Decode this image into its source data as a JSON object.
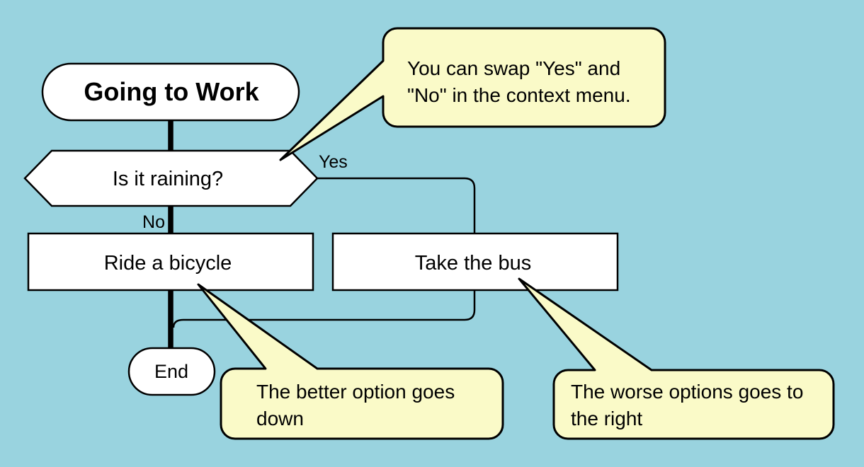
{
  "diagram": {
    "nodes": {
      "start": "Going to Work",
      "decision": "Is it raining?",
      "option_down": "Ride a bicycle",
      "option_right": "Take the bus",
      "end": "End"
    },
    "edge_labels": {
      "yes": "Yes",
      "no": "No"
    },
    "callouts": [
      {
        "lines": [
          "You can swap \"Yes\" and",
          "\"No\" in the context menu."
        ]
      },
      {
        "lines": [
          "The better option goes",
          "down"
        ]
      },
      {
        "lines": [
          "The worse options goes to",
          "the right"
        ]
      }
    ]
  },
  "colors": {
    "background": "#99D3DF",
    "node_fill": "#FFFFFF",
    "callout_fill": "#FAFAC8",
    "stroke": "#000000"
  }
}
